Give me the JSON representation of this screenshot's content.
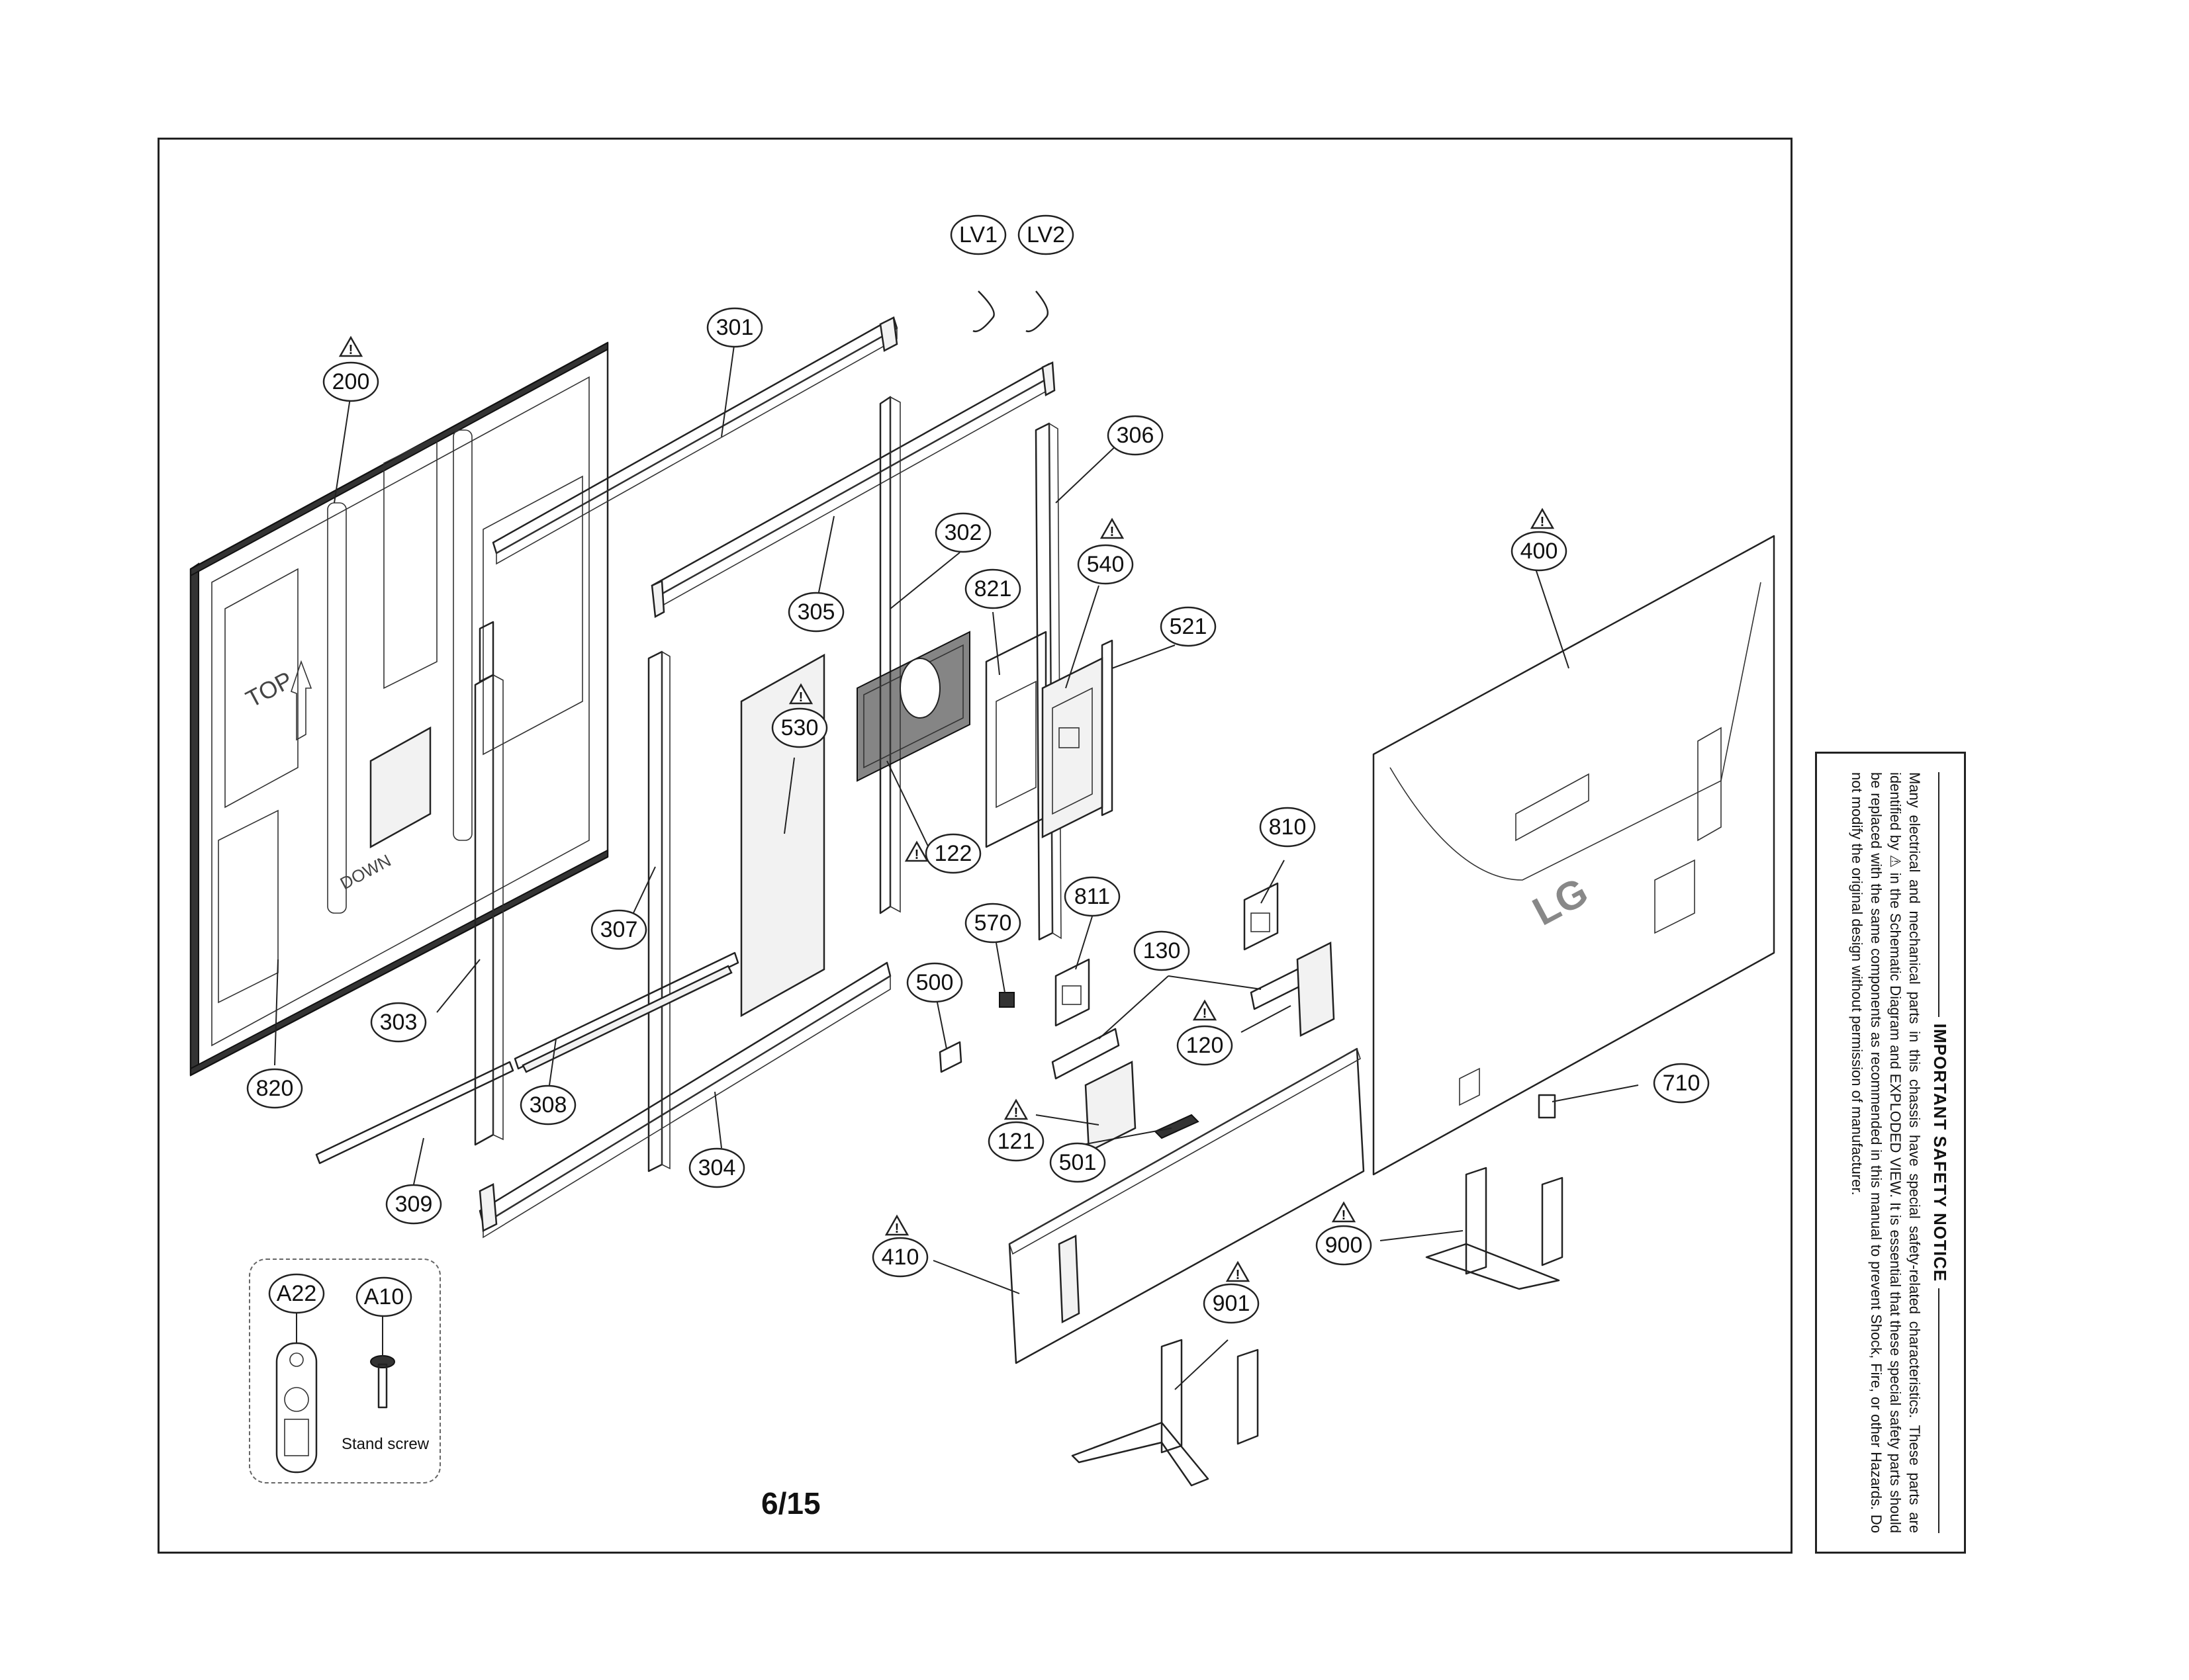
{
  "page": {
    "number": "6/15"
  },
  "notice": {
    "title": "IMPORTANT SAFETY NOTICE",
    "body": "Many electrical and mechanical parts in this chassis have special safety-related characteristics. These parts are identified by ⚠ in the Schematic Diagram and EXPLODED VIEW. It is essential that these special safety parts should be replaced with the same components as recommended in this manual to prevent Shock, Fire, or other Hazards. Do not modify the original design without permission of manufacturer."
  },
  "warning_symbol": "!",
  "stand_screw_label": "Stand screw",
  "logo": "LG",
  "panel_marks": {
    "top": "TOP",
    "down": "DOWN"
  },
  "callouts": {
    "lv1": "LV1",
    "lv2": "LV2",
    "c200": "200",
    "c301": "301",
    "c306": "306",
    "c302": "302",
    "c305": "305",
    "c821": "821",
    "c540": "540",
    "c521": "521",
    "c400": "400",
    "c530": "530",
    "c122": "122",
    "c810": "810",
    "c811": "811",
    "c570": "570",
    "c307": "307",
    "c130": "130",
    "c500": "500",
    "c303": "303",
    "c120": "120",
    "c710": "710",
    "c820": "820",
    "c308": "308",
    "c121": "121",
    "c501": "501",
    "c304": "304",
    "c309": "309",
    "c900": "900",
    "c410": "410",
    "c901": "901",
    "a22": "A22",
    "a10": "A10"
  }
}
